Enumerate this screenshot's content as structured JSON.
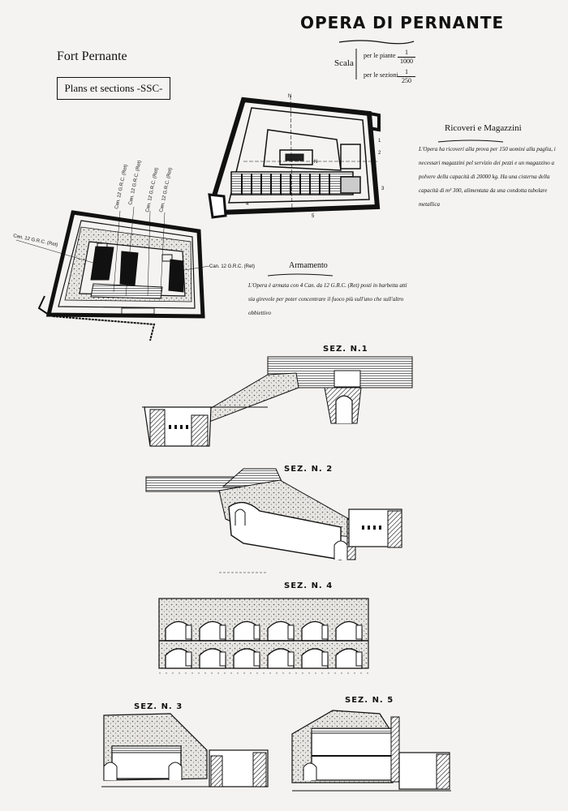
{
  "header": {
    "title": "OPERA DI PERNANTE",
    "fort_name": "Fort Pernante",
    "plans_label": "Plans et sections -SSC-"
  },
  "scale": {
    "label": "Scala",
    "plan_label": "per le piante",
    "plan_num": "1",
    "plan_den": "1000",
    "section_label": "per le sezioni",
    "section_num": "1",
    "section_den": "250"
  },
  "ricoveri": {
    "heading": "Ricoveri e Magazzini",
    "text": "L'Opera ha ricoveri alla prova per 150 uomini alla paglia, i necessari magazzini pel servizio dei pezzi e un magazzino a polvere della capacità di 20000 kg. Ha una cisterna della capacità di m³ 300, alimentata da una condotta tubolare metallica"
  },
  "armamento": {
    "heading": "Armamento",
    "text": "L'Opera è armata con 4 Can. da 12 G.R.C. (Ret) posti in barbetta atti sia girevole per poter concentrare il fuoco più sull'uno che sull'altro obbiettivo"
  },
  "plan_labels": {
    "cannons": [
      "Can. 12 G.R.C. (Ret)",
      "Can. 12 G.R.C. (Ret)",
      "Can. 12 G.R.C. (Ret)",
      "Can. 12 G.R.C. (Ret)",
      "Can. 12 G.R.C. (Ret)",
      "Can. 12 G.R.C. (Ret)"
    ],
    "marks": [
      "N",
      "N",
      "1",
      "2",
      "3",
      "4",
      "5"
    ]
  },
  "sections": {
    "sez1": "SEZ. N.1",
    "sez2": "SEZ. N. 2",
    "sez4": "SEZ. N. 4",
    "sez3": "SEZ. N. 3",
    "sez5": "SEZ. N. 5"
  }
}
